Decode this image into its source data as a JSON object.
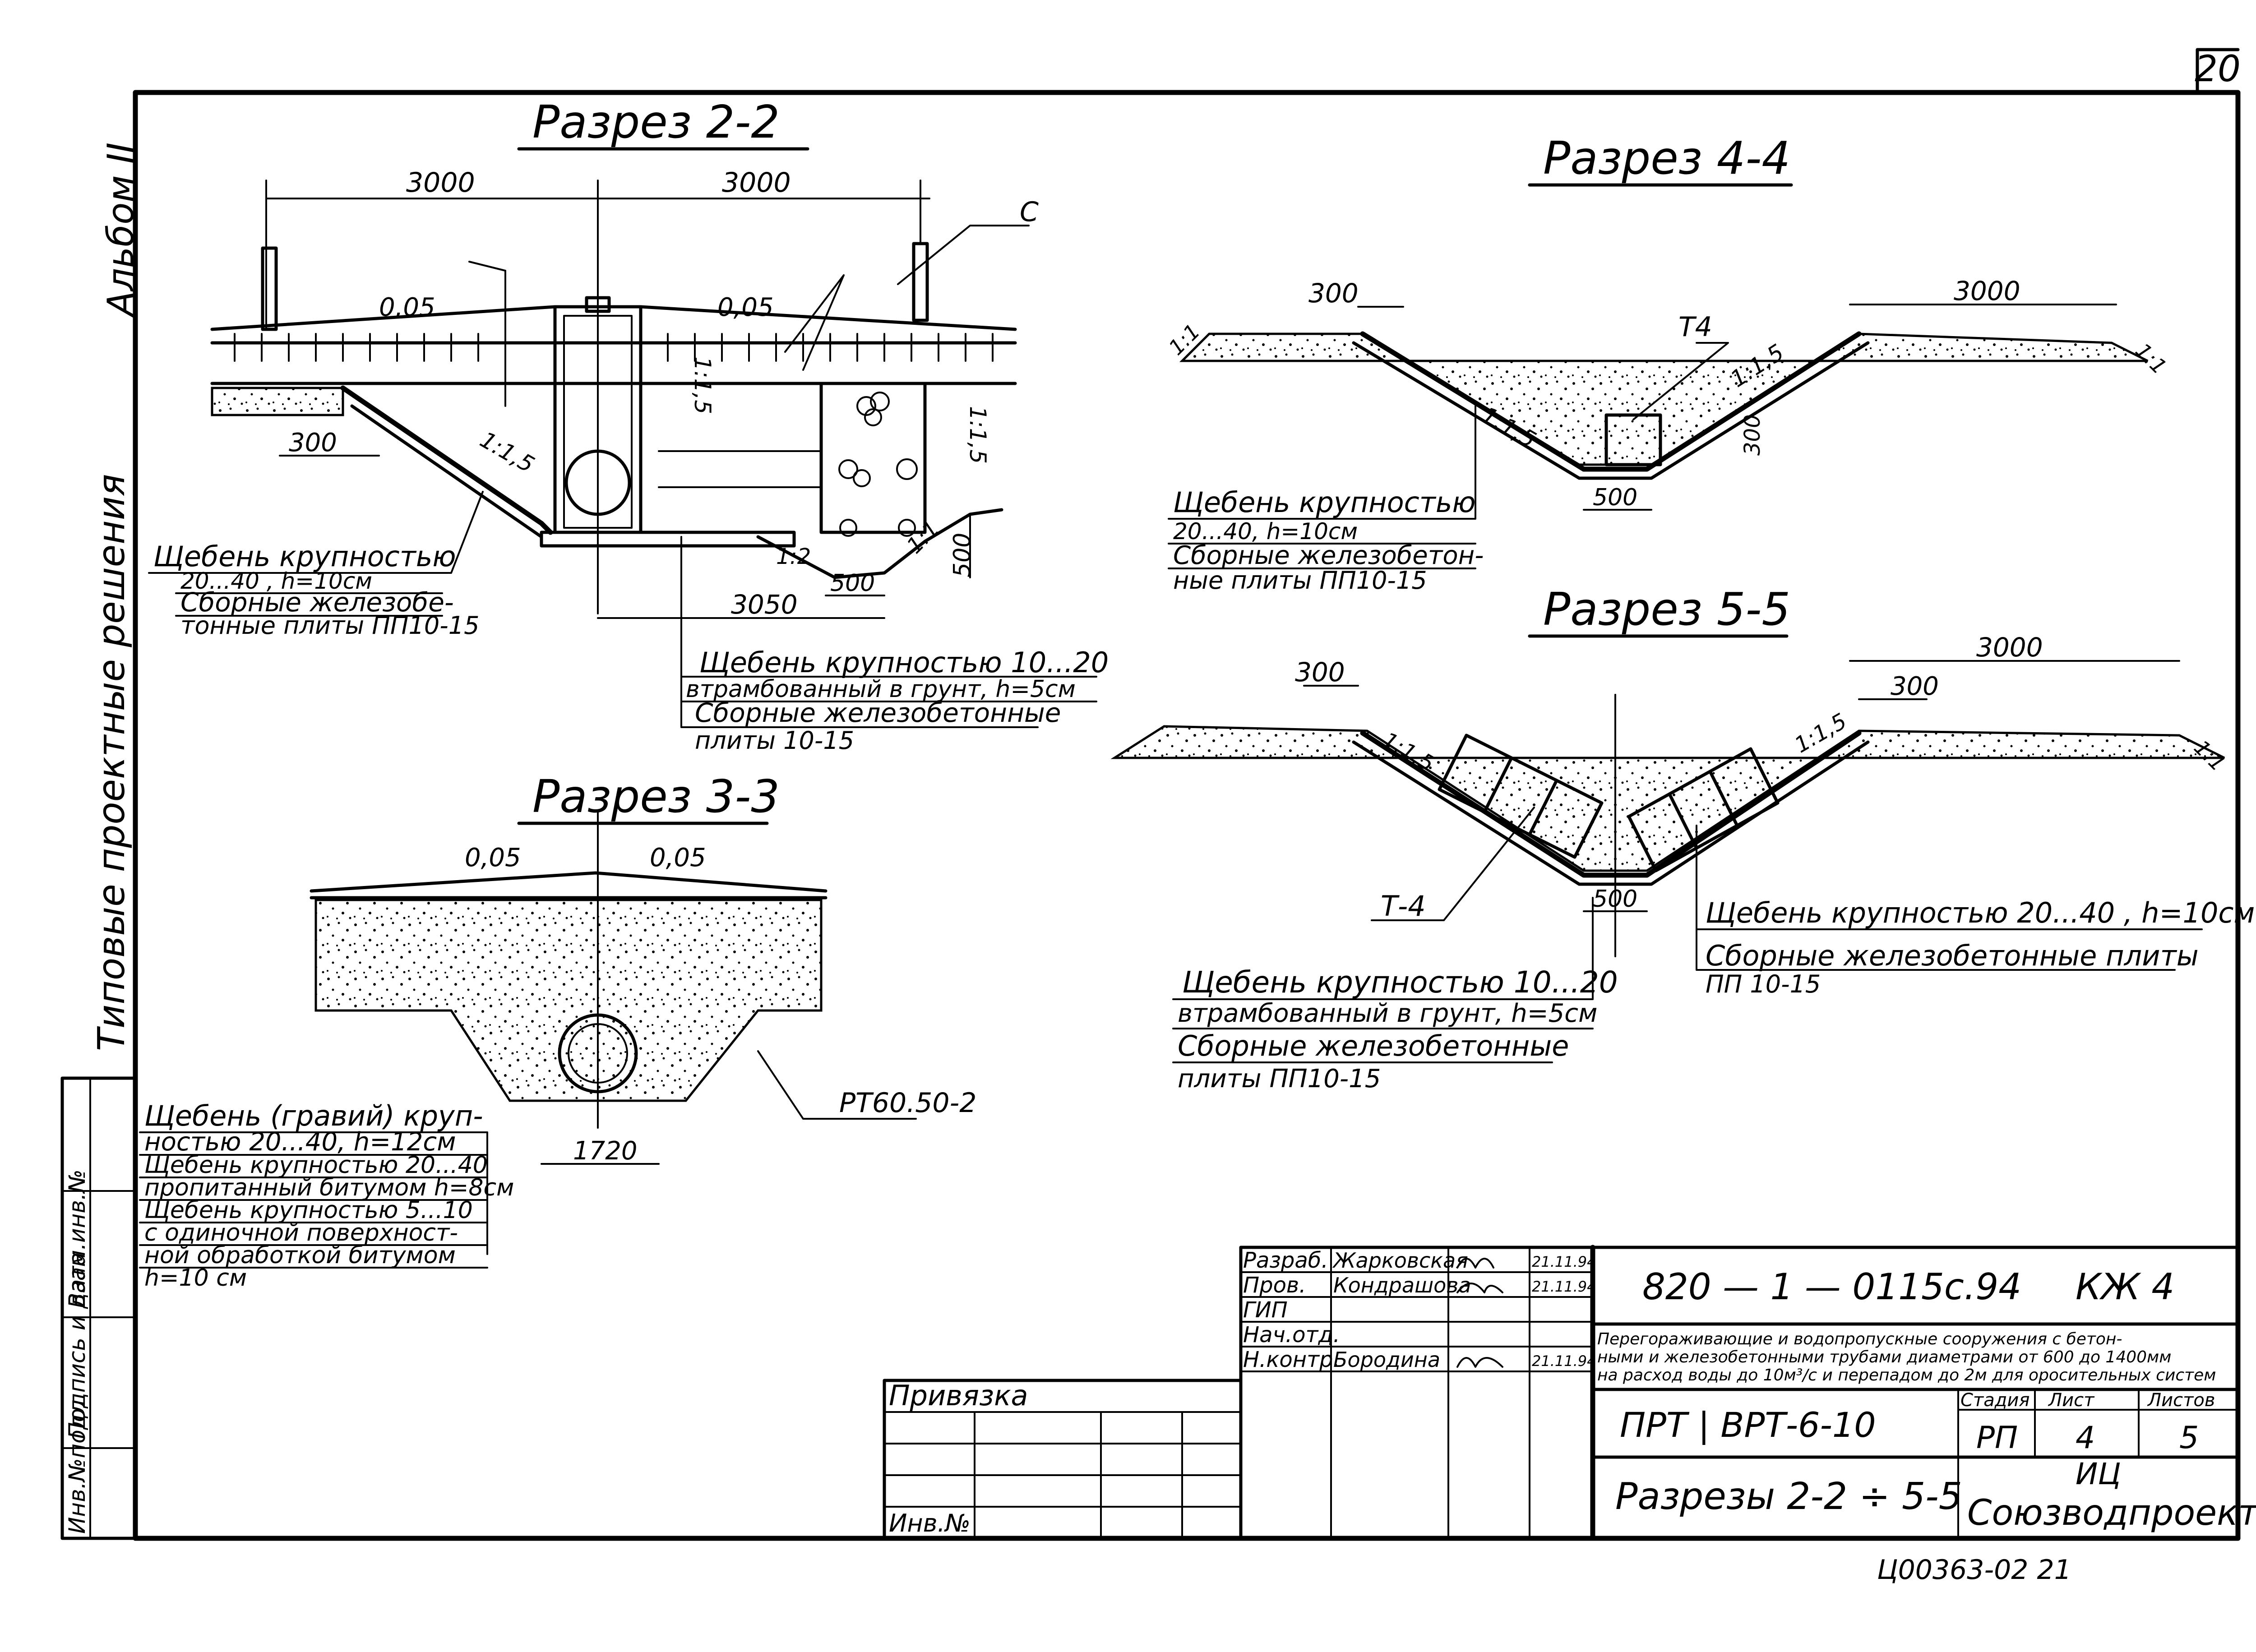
{
  "sheet_number": "20",
  "margin": {
    "album": "Альбом II",
    "series": "Типовые проектные решения",
    "stamp_1": "Инв.№подл",
    "stamp_2": "Подпись и дата",
    "stamp_3": "Взам.инв.№"
  },
  "section_2_2": {
    "title": "Разрез 2-2",
    "dim_left": "3000",
    "dim_right": "3000",
    "slope_left": "0,05",
    "slope_right": "0,05",
    "label_c": "С",
    "dim_300": "300",
    "slope_15a": "1:1,5",
    "slope_15b": "1:1,5",
    "slope_15c": "1:1,5",
    "slope_12": "1:2",
    "slope_11": "1:1",
    "dim_500a": "500",
    "dim_500b": "500",
    "dim_3050": "3050",
    "note_left": [
      "Щебень крупностью",
      "20...40 , h=10см",
      "Сборные железобе-",
      "тонные плиты ПП10-15"
    ],
    "note_bottom": [
      "Щебень крупностью 10...20",
      "втрамбованный в грунт, h=5см",
      "Сборные железобетонные",
      "плиты 10-15"
    ]
  },
  "section_3_3": {
    "title": "Разрез 3-3",
    "slope_left": "0,05",
    "slope_right": "0,05",
    "dim_1720": "1720",
    "pipe_label": "РТ60.50-2",
    "note": [
      "Щебень (гравий) круп-",
      "ностью 20...40, h=12см",
      "Щебень крупностью 20...40",
      "пропитанный битумом h=8см",
      "Щебень крупностью 5...10",
      "с одиночной поверхност-",
      "ной обработкой битумом",
      "h=10 см"
    ]
  },
  "section_4_4": {
    "title": "Разрез 4-4",
    "dim_300": "300",
    "dim_3000": "3000",
    "label_t4": "Т4",
    "slope_15a": "1:1,5",
    "slope_15b": "1:1,5",
    "slope_11a": "1:1",
    "slope_11b": "1:1",
    "dim_300v": "300",
    "dim_500": "500",
    "note": [
      "Щебень крупностью",
      "20...40, h=10см",
      "Сборные железобетон-",
      "ные плиты ПП10-15"
    ]
  },
  "section_5_5": {
    "title": "Разрез 5-5",
    "dim_300a": "300",
    "dim_300b": "300",
    "dim_3000": "3000",
    "slope_15a": "1:1,5",
    "slope_15b": "1:1,5",
    "slope_11": "1:1",
    "label_t4": "Т-4",
    "dim_500": "500",
    "note_right": [
      "Щебень крупностью 20...40 , h=10см",
      "Сборные железобетонные плиты",
      "ПП 10-15"
    ],
    "note_bottom": [
      "Щебень крупностью 10...20",
      "втрамбованный в грунт, h=5см",
      "Сборные железобетонные",
      "плиты ПП10-15"
    ]
  },
  "title_block": {
    "binding": "Привязка",
    "inv_no": "Инв.№",
    "roles": [
      "Разраб.",
      "Пров.",
      "ГИП",
      "Нач.отд.",
      "Н.контр."
    ],
    "names": [
      "Жарковская",
      "Кондрашова",
      "",
      "",
      "Бородина"
    ],
    "dates": [
      "21.11.94",
      "21.11.94",
      "",
      "",
      "21.11.94"
    ],
    "code": "820 — 1 — 0115с.94",
    "mark": "КЖ 4",
    "description": [
      "Перегораживающие и водопропускные сооружения с бетон-",
      "ными и железобетонными трубами диаметрами от 600 до 1400мм",
      "на расход воды до 10м³/с и перепадом до 2м для оросительных систем"
    ],
    "object": "ПРТ | ВРТ-6-10",
    "sheet_title": "Разрезы 2-2 ÷ 5-5",
    "col_stage": "Стадия",
    "col_sheet": "Лист",
    "col_sheets": "Листов",
    "stage": "РП",
    "sheet": "4",
    "sheets": "5",
    "org_1": "ИЦ",
    "org_2": "Союзводпроект",
    "archive_no": "Ц00363-02  21"
  }
}
